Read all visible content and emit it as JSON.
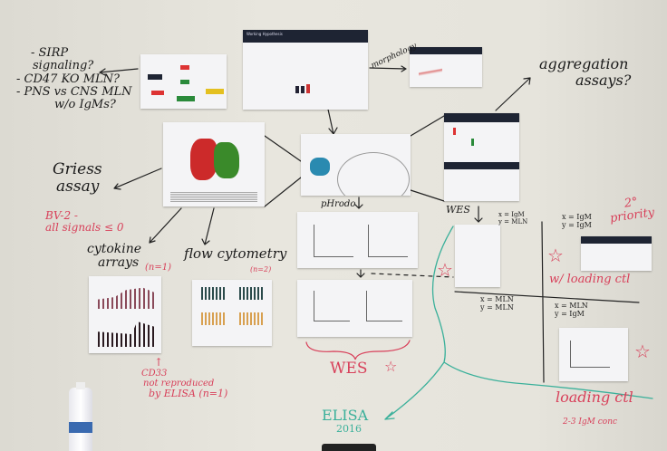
{
  "notes": {
    "sirp": [
      "- SIRP",
      "signaling?",
      "- CD47 KO MLN?",
      "- PNS vs CNS MLN",
      "w/o IgMs?"
    ],
    "morphology": "morphology",
    "aggregation": [
      "aggregation",
      "assays?"
    ],
    "griess": [
      "Griess",
      "assay"
    ],
    "bv2": [
      "BV-2 -",
      "all signals ≤ 0"
    ],
    "cytokine": [
      "cytokine",
      "arrays"
    ],
    "cytokine_n": "(n=1)",
    "flow": "flow cytometry",
    "flow_n": "(n=2)",
    "phrodo": "pHrodo",
    "wes_top": "WES",
    "q1": [
      "x = IgM",
      "y = MLN"
    ],
    "q2": [
      "x = IgM",
      "y = IgM"
    ],
    "priority": [
      "2°",
      "priority"
    ],
    "loading_w": "w/ loading ctl",
    "q3": [
      "x = MLN",
      "y = MLN"
    ],
    "q4": [
      "x = MLN",
      "y = IgM"
    ],
    "loading": "loading ctl",
    "conc": "2-3 IgM conc",
    "cd33": [
      "CD33",
      "not reproduced",
      "by ELISA (n=1)"
    ],
    "wes_bottom": "WES",
    "elisa": [
      "ELISA",
      "2016"
    ]
  },
  "papers": {
    "hypothesis_title": "Working Hypothesis"
  },
  "colors": {
    "red_marker": "#d8405a",
    "teal_marker": "#3ab09a",
    "black_marker": "#1a1a1a"
  }
}
